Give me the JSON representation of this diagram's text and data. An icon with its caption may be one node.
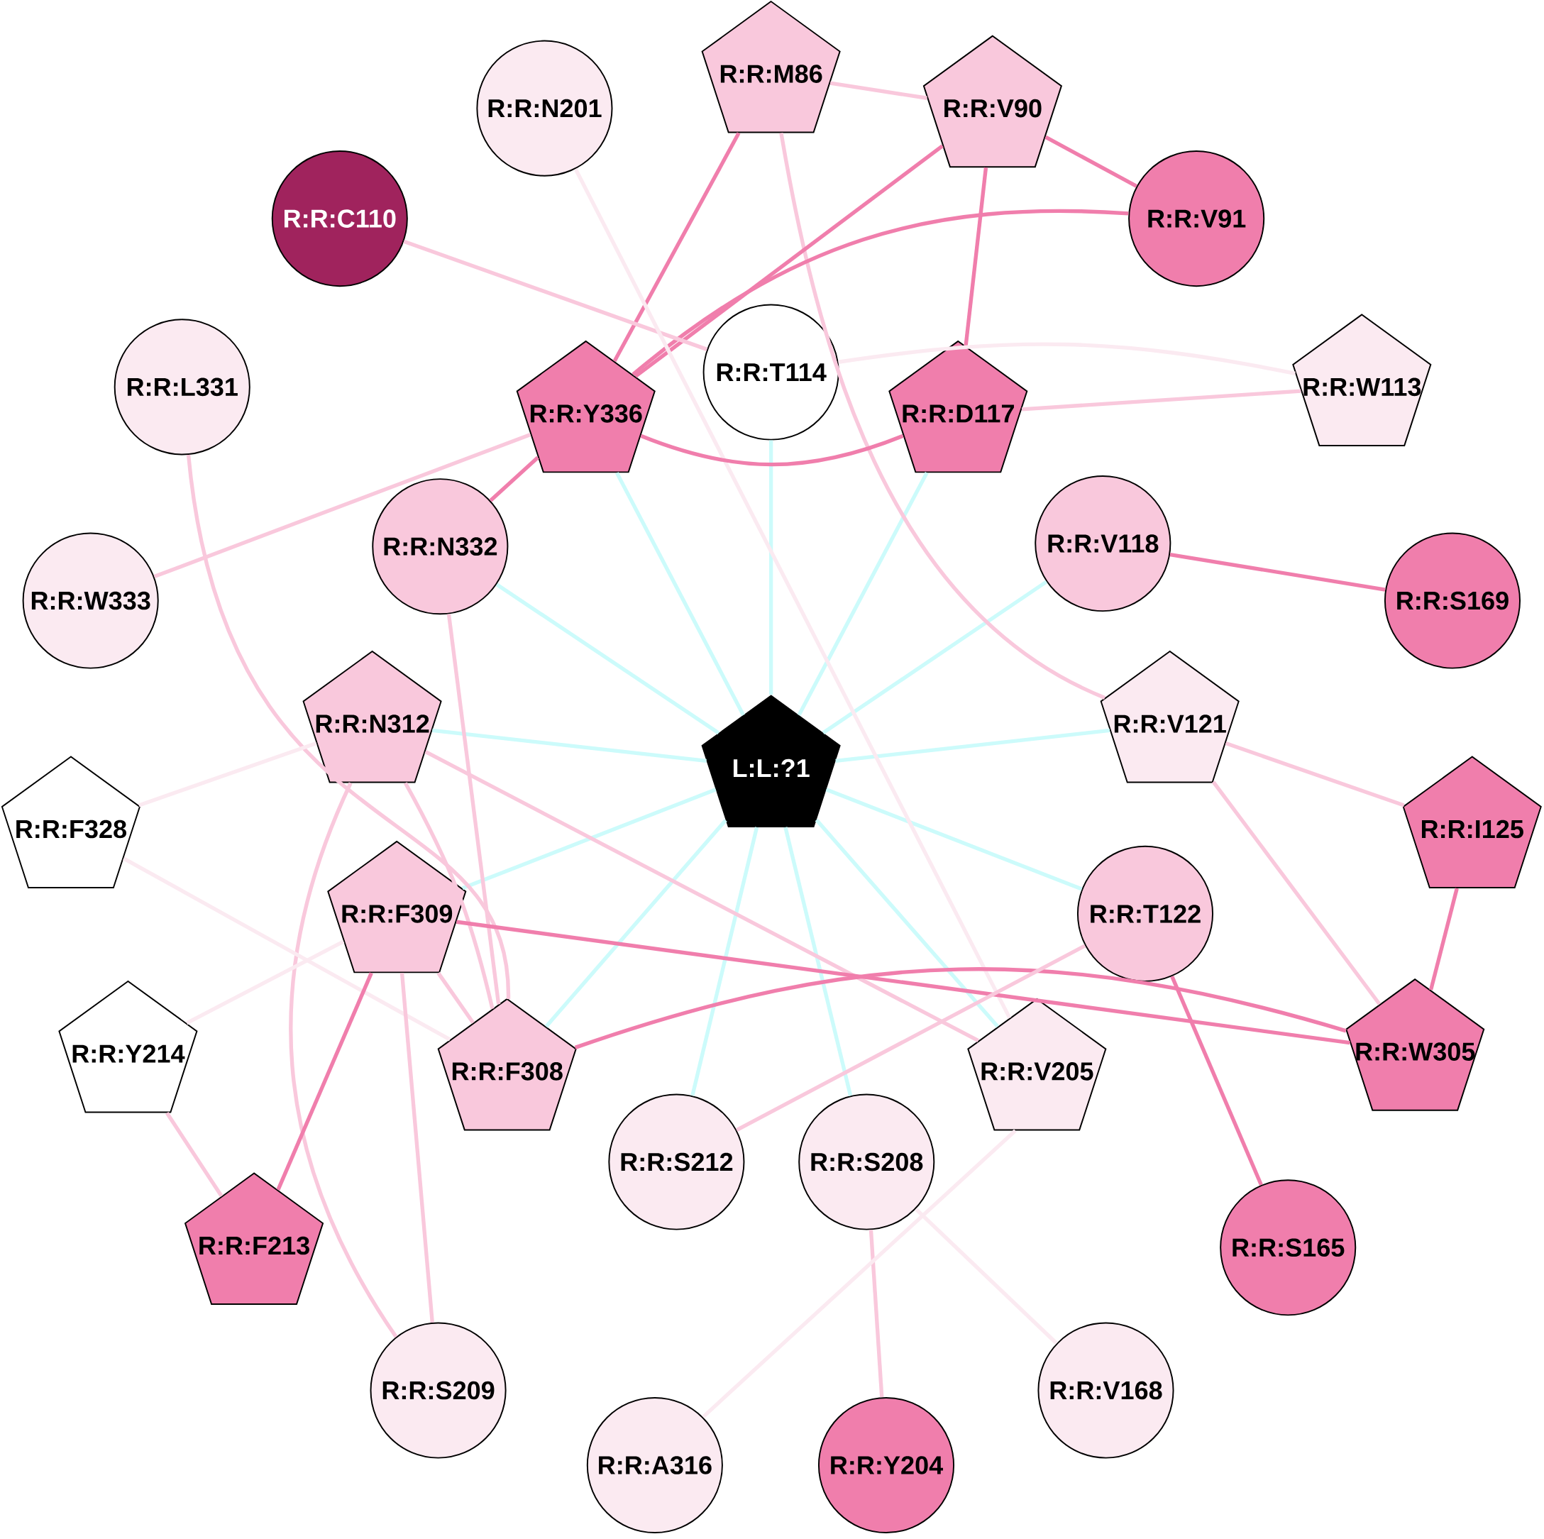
{
  "diagram": {
    "nodes": [
      {
        "text": [
          "L:L:?1"
        ]
      },
      {
        "text": [
          "R:R:M86"
        ]
      },
      {
        "text": [
          "R:R:N201"
        ]
      },
      {
        "text": [
          "R:R:V90"
        ]
      },
      {
        "text": [
          "R:R:C110"
        ]
      },
      {
        "text": [
          "R:R:V91"
        ]
      },
      {
        "text": [
          "R:R:L331"
        ]
      },
      {
        "text": [
          "R:R:T114"
        ]
      },
      {
        "text": [
          "R:R:W113"
        ]
      },
      {
        "text": [
          "R:R:Y336"
        ]
      },
      {
        "text": [
          "R:R:D117"
        ]
      },
      {
        "text": [
          "R:R:N332"
        ]
      },
      {
        "text": [
          "R:R:V118"
        ]
      },
      {
        "text": [
          "R:R:W333"
        ]
      },
      {
        "text": [
          "R:R:S169"
        ]
      },
      {
        "text": [
          "R:R:N312"
        ]
      },
      {
        "text": [
          "R:R:V121"
        ]
      },
      {
        "text": [
          "R:R:F328"
        ]
      },
      {
        "text": [
          "R:R:I125"
        ]
      },
      {
        "text": [
          "R:R:F309"
        ]
      },
      {
        "text": [
          "R:R:T122"
        ]
      },
      {
        "text": [
          "R:R:Y214"
        ]
      },
      {
        "text": [
          "R:R:F308"
        ]
      },
      {
        "text": [
          "R:R:V205"
        ]
      },
      {
        "text": [
          "R:R:W305"
        ]
      },
      {
        "text": [
          "R:R:S212"
        ]
      },
      {
        "text": [
          "R:R:S208"
        ]
      },
      {
        "text": [
          "R:R:F213"
        ]
      },
      {
        "text": [
          "R:R:S165"
        ]
      },
      {
        "text": [
          "R:R:S209"
        ]
      },
      {
        "text": [
          "R:R:V168"
        ]
      },
      {
        "text": [
          "R:R:A316"
        ]
      },
      {
        "text": [
          "R:R:Y204"
        ]
      }
    ],
    "edges": [
      {
        "from": 0,
        "to": 7,
        "arrow": "none",
        "color": "#ccfbfb"
      },
      {
        "from": 0,
        "to": 9,
        "arrow": "none",
        "color": "#ccfbfb"
      },
      {
        "from": 0,
        "to": 10,
        "arrow": "none",
        "color": "#ccfbfb"
      },
      {
        "from": 0,
        "to": 11,
        "arrow": "none",
        "color": "#ccfbfb"
      },
      {
        "from": 0,
        "to": 12,
        "arrow": "none",
        "color": "#ccfbfb"
      },
      {
        "from": 0,
        "to": 15,
        "arrow": "none",
        "color": "#ccfbfb"
      },
      {
        "from": 0,
        "to": 16,
        "arrow": "none",
        "color": "#ccfbfb"
      },
      {
        "from": 0,
        "to": 20,
        "arrow": "none",
        "color": "#ccfbfb"
      },
      {
        "from": 0,
        "to": 19,
        "arrow": "none",
        "color": "#ccfbfb"
      },
      {
        "from": 0,
        "to": 22,
        "arrow": "none",
        "color": "#ccfbfb"
      },
      {
        "from": 0,
        "to": 25,
        "arrow": "none",
        "color": "#ccfbfb"
      },
      {
        "from": 0,
        "to": 26,
        "arrow": "none",
        "color": "#ccfbfb"
      },
      {
        "from": 0,
        "to": 23,
        "arrow": "none",
        "color": "#ccfbfb"
      },
      {
        "from": 1,
        "to": 3,
        "arrow": "none",
        "color": "#f9c8dc"
      },
      {
        "from": 1,
        "to": 9,
        "arrow": "none",
        "color": "#f07eac"
      },
      {
        "from": 1,
        "to": 16,
        "arrow": "none",
        "color": "#f9c8dc"
      },
      {
        "from": 3,
        "to": 9,
        "arrow": "none",
        "color": "#f07eac"
      },
      {
        "from": 3,
        "to": 5,
        "arrow": "none",
        "color": "#f07eac"
      },
      {
        "from": 3,
        "to": 10,
        "arrow": "none",
        "color": "#f07eac"
      },
      {
        "from": 5,
        "to": 9,
        "arrow": "none",
        "color": "#f07eac"
      },
      {
        "from": 4,
        "to": 7,
        "arrow": "none",
        "color": "#f9c8dc"
      },
      {
        "from": 2,
        "to": 23,
        "arrow": "none",
        "color": "#fbeaf1"
      },
      {
        "from": 7,
        "to": 8,
        "arrow": "none",
        "color": "#fbeaf1"
      },
      {
        "from": 8,
        "to": 10,
        "arrow": "none",
        "color": "#f9c8dc"
      },
      {
        "from": 9,
        "to": 10,
        "arrow": "none",
        "color": "#f07eac"
      },
      {
        "from": 9,
        "to": 11,
        "arrow": "none",
        "color": "#f07eac"
      },
      {
        "from": 9,
        "to": 13,
        "arrow": "none",
        "color": "#f9c8dc"
      },
      {
        "from": 6,
        "to": 22,
        "arrow": "none",
        "color": "#f9c8dc"
      },
      {
        "from": 11,
        "to": 22,
        "arrow": "none",
        "color": "#f9c8dc"
      },
      {
        "from": 12,
        "to": 14,
        "arrow": "none",
        "color": "#f07eac"
      },
      {
        "from": 15,
        "to": 17,
        "arrow": "none",
        "color": "#fbeaf1"
      },
      {
        "from": 15,
        "to": 22,
        "arrow": "none",
        "color": "#f9c8dc"
      },
      {
        "from": 15,
        "to": 23,
        "arrow": "none",
        "color": "#f9c8dc"
      },
      {
        "from": 15,
        "to": 29,
        "arrow": "none",
        "color": "#f9c8dc"
      },
      {
        "from": 16,
        "to": 18,
        "arrow": "none",
        "color": "#f9c8dc"
      },
      {
        "from": 16,
        "to": 24,
        "arrow": "none",
        "color": "#f9c8dc"
      },
      {
        "from": 18,
        "to": 24,
        "arrow": "none",
        "color": "#f07eac"
      },
      {
        "from": 17,
        "to": 22,
        "arrow": "none",
        "color": "#fbeaf1"
      },
      {
        "from": 19,
        "to": 24,
        "arrow": "none",
        "color": "#f07eac"
      },
      {
        "from": 19,
        "to": 27,
        "arrow": "none",
        "color": "#f07eac"
      },
      {
        "from": 19,
        "to": 29,
        "arrow": "none",
        "color": "#f9c8dc"
      },
      {
        "from": 19,
        "to": 22,
        "arrow": "none",
        "color": "#f9c8dc"
      },
      {
        "from": 19,
        "to": 21,
        "arrow": "none",
        "color": "#fbeaf1"
      },
      {
        "from": 22,
        "to": 24,
        "arrow": "none",
        "color": "#f07eac"
      },
      {
        "from": 20,
        "to": 25,
        "arrow": "none",
        "color": "#f9c8dc"
      },
      {
        "from": 20,
        "to": 28,
        "arrow": "none",
        "color": "#f07eac"
      },
      {
        "from": 21,
        "to": 27,
        "arrow": "none",
        "color": "#f9c8dc"
      },
      {
        "from": 26,
        "to": 32,
        "arrow": "none",
        "color": "#f9c8dc"
      },
      {
        "from": 26,
        "to": 30,
        "arrow": "none",
        "color": "#fbeaf1"
      },
      {
        "from": 23,
        "to": 31,
        "arrow": "none",
        "color": "#fbeaf1"
      }
    ]
  }
}
